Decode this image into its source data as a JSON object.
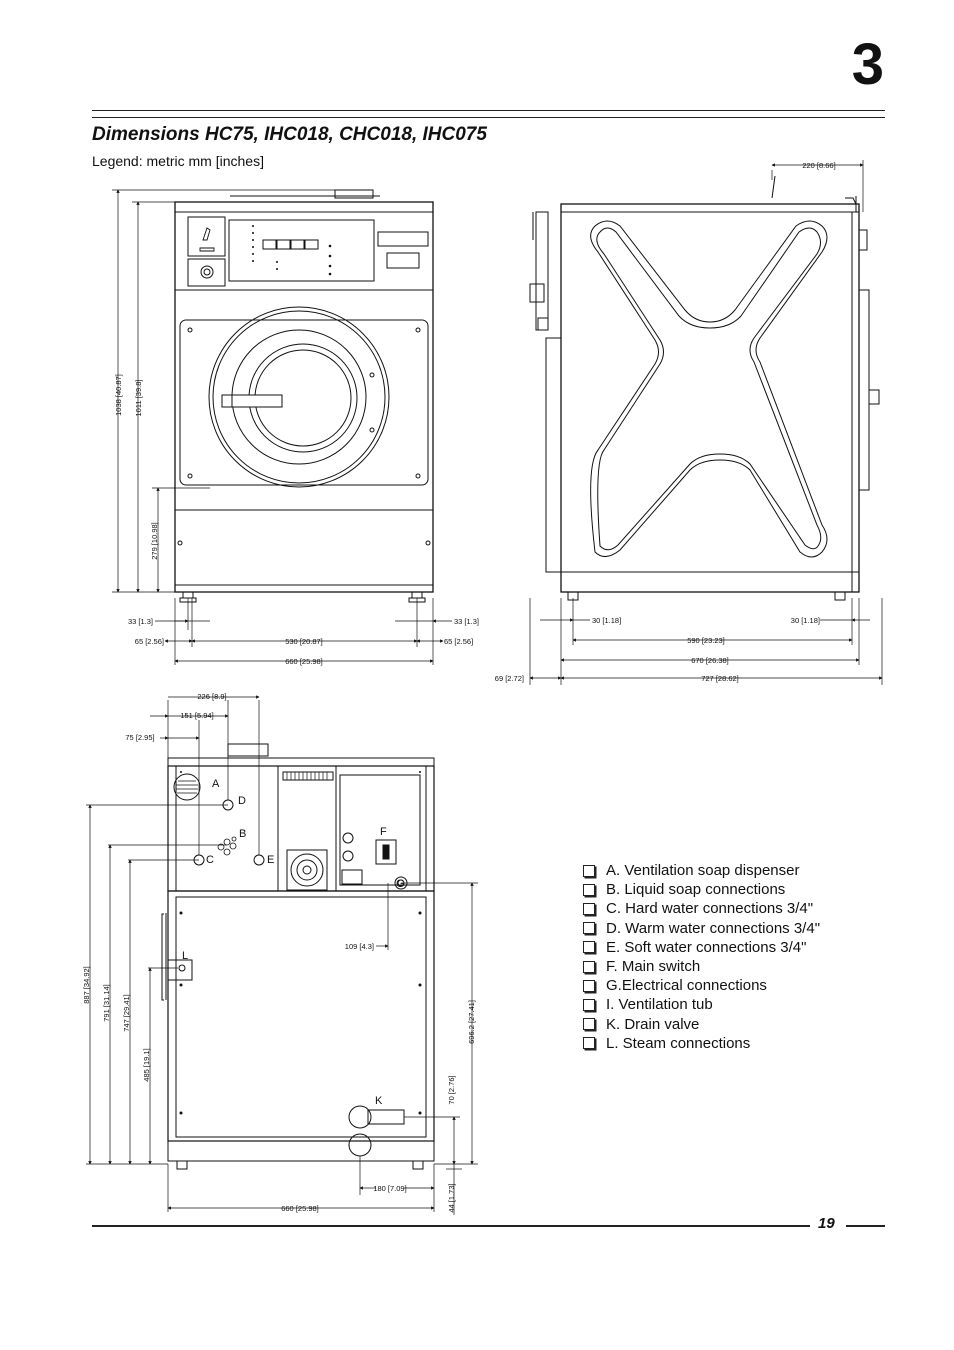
{
  "chapter_number": "3",
  "title": "Dimensions HC75, IHC018, CHC018, IHC075",
  "legend_note": "Legend: metric mm [inches]",
  "front_view": {
    "dims": {
      "h_total": "1038 [40.87]",
      "h_body": "1011 [39.8]",
      "h_door": "279 [10.98]",
      "foot_l": "33 [1.3]",
      "foot_r": "33 [1.3]",
      "side_l": "65 [2.56]",
      "center": "530 [20.87]",
      "side_r": "65 [2.56]",
      "width": "660 [25.98]"
    }
  },
  "side_view": {
    "dims": {
      "top": "220 [8.66]",
      "foot_l": "30 [1.18]",
      "foot_r": "30 [1.18]",
      "inner": "590 [23.23]",
      "body": "670 [26.38]",
      "rear": "69 [2.72]",
      "depth": "727 [28.62]"
    }
  },
  "rear_view": {
    "dims": {
      "d226": "226 [8.9]",
      "d151": "151 [5.94]",
      "d75": "75 [2.95]",
      "h887": "887 [34.92]",
      "h791": "791 [31.14]",
      "h747": "747 [29.41]",
      "h485": "485 [19.1]",
      "h696": "696.2 [27.41]",
      "d109": "109 [4.3]",
      "h70": "70 [2.76]",
      "d180": "180 [7.09]",
      "h44": "44 [1.73]",
      "width": "660 [25.98]"
    },
    "letters": {
      "a": "A",
      "b": "B",
      "c": "C",
      "d": "D",
      "e": "E",
      "f": "F",
      "g": "G",
      "k": "K",
      "l": "L"
    }
  },
  "key": [
    "A. Ventilation soap dispenser",
    "B. Liquid soap connections",
    "C. Hard water connections 3/4\"",
    "D. Warm water connections 3/4\"",
    "E. Soft water connections 3/4\"",
    "F. Main switch",
    "G.Electrical connections",
    "I.  Ventilation tub",
    "K. Drain valve",
    "L. Steam connections"
  ],
  "page_number": "19"
}
